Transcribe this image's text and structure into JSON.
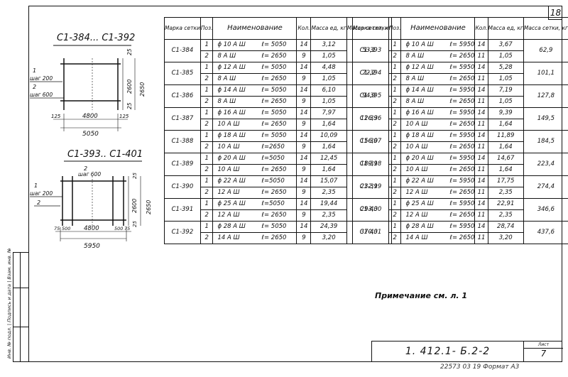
{
  "page_number": "18",
  "sidebar_text": "Инв. № подл. | Подпись и дата | Взам. инв. №",
  "drawing1": {
    "title": "С1-384... С1-392",
    "label_1": "1",
    "step_1": "шаг 200",
    "label_2": "2",
    "step_2": "шаг 600",
    "dim_left": "125",
    "dim_mid": "4800",
    "dim_right": "125",
    "dim_total": "5050",
    "dim_top": "25",
    "dim_height": "2600",
    "dim_bottom": "25",
    "dim_height_total": "2650"
  },
  "drawing2": {
    "title": "С1-393.. С1-401",
    "label_2": "2",
    "step_600": "шаг 600",
    "label_1": "1",
    "step_200": "шаг 200",
    "label_2b": "2",
    "dim_a": "75",
    "dim_b": "500",
    "dim_mid": "4800",
    "dim_c": "500",
    "dim_d": "75",
    "dim_total": "5950",
    "dim_top": "25",
    "dim_height": "2600",
    "dim_bottom": "25",
    "dim_height_total": "2650"
  },
  "table_left": {
    "headers": {
      "mark": "Марка сетки",
      "pos": "Поз.",
      "name": "Наименование",
      "qty": "Кол.",
      "mass_unit": "Масса ед, кг",
      "mass_total": "Масса сетки, кг"
    },
    "groups": [
      {
        "mark": "С1-384",
        "total": "53,1",
        "rows": [
          {
            "pos": "1",
            "name": "ϕ 10 А Ш",
            "len": "ℓ= 5050",
            "qty": "14",
            "mass": "3,12"
          },
          {
            "pos": "2",
            "name": "8 А Ш",
            "len": "ℓ= 2650",
            "qty": "9",
            "mass": "1,05"
          }
        ]
      },
      {
        "mark": "С1-385",
        "total": "72,2",
        "rows": [
          {
            "pos": "1",
            "name": "ϕ 12 А Ш",
            "len": "ℓ= 5050",
            "qty": "14",
            "mass": "4,48"
          },
          {
            "pos": "2",
            "name": "8 А Ш",
            "len": "ℓ= 2650",
            "qty": "9",
            "mass": "1,05"
          }
        ]
      },
      {
        "mark": "С1-386",
        "total": "94,9",
        "rows": [
          {
            "pos": "1",
            "name": "ϕ 14 А Ш",
            "len": "ℓ= 5050",
            "qty": "14",
            "mass": "6,10"
          },
          {
            "pos": "2",
            "name": "8 А Ш",
            "len": "ℓ= 2650",
            "qty": "9",
            "mass": "1,05"
          }
        ]
      },
      {
        "mark": "С1-387",
        "total": "126,3",
        "rows": [
          {
            "pos": "1",
            "name": "ϕ 16 А Ш",
            "len": "ℓ= 5050",
            "qty": "14",
            "mass": "7,97"
          },
          {
            "pos": "2",
            "name": "10 А Ш",
            "len": "ℓ= 2650",
            "qty": "9",
            "mass": "1,64"
          }
        ]
      },
      {
        "mark": "С1-388",
        "total": "156,0",
        "rows": [
          {
            "pos": "1",
            "name": "ϕ 18 А Ш",
            "len": "ℓ= 5050",
            "qty": "14",
            "mass": "10,09"
          },
          {
            "pos": "2",
            "name": "10 А Ш",
            "len": "ℓ=2650",
            "qty": "9",
            "mass": "1,64"
          }
        ]
      },
      {
        "mark": "С1-389",
        "total": "189,1",
        "rows": [
          {
            "pos": "1",
            "name": "ϕ 20 А Ш",
            "len": "ℓ=5050",
            "qty": "14",
            "mass": "12,45"
          },
          {
            "pos": "2",
            "name": "10 А Ш",
            "len": "ℓ= 2650",
            "qty": "9",
            "mass": "1,64"
          }
        ]
      },
      {
        "mark": "С1-390",
        "total": "232,1",
        "rows": [
          {
            "pos": "1",
            "name": "ϕ 22 А Ш",
            "len": "ℓ=5050",
            "qty": "14",
            "mass": "15,07"
          },
          {
            "pos": "2",
            "name": "12 А Ш",
            "len": "ℓ= 2650",
            "qty": "9",
            "mass": "2,35"
          }
        ]
      },
      {
        "mark": "С1-391",
        "total": "293,3",
        "rows": [
          {
            "pos": "1",
            "name": "ϕ 25 А Ш",
            "len": "ℓ=5050",
            "qty": "14",
            "mass": "19,44"
          },
          {
            "pos": "2",
            "name": "12 А Ш",
            "len": "ℓ= 2650",
            "qty": "9",
            "mass": "2,35"
          }
        ]
      },
      {
        "mark": "С1-392",
        "total": "370,3",
        "rows": [
          {
            "pos": "1",
            "name": "ϕ 28 А Ш",
            "len": "ℓ= 5050",
            "qty": "14",
            "mass": "24,39"
          },
          {
            "pos": "2",
            "name": "14 А Ш",
            "len": "ℓ= 2650",
            "qty": "9",
            "mass": "3,20"
          }
        ]
      }
    ]
  },
  "table_right": {
    "headers": {
      "mark": "Марка сетки",
      "pos": "Поз.",
      "name": "Наименование",
      "qty": "Кол.",
      "mass_unit": "Масса ед, кг",
      "mass_total": "Масса сетки, кг"
    },
    "groups": [
      {
        "mark": "С1-393",
        "total": "62,9",
        "rows": [
          {
            "pos": "1",
            "name": "ϕ 10 А Ш",
            "len": "ℓ= 5950",
            "qty": "14",
            "mass": "3,67"
          },
          {
            "pos": "2",
            "name": "8 А Ш",
            "len": "ℓ= 2650",
            "qty": "11",
            "mass": "1,05"
          }
        ]
      },
      {
        "mark": "С1-394",
        "total": "101,1",
        "rows": [
          {
            "pos": "1",
            "name": "ϕ 12 А Ш",
            "len": "ℓ= 5950",
            "qty": "14",
            "mass": "5,28"
          },
          {
            "pos": "2",
            "name": "8 А Ш",
            "len": "ℓ= 2650",
            "qty": "11",
            "mass": "1,05"
          }
        ]
      },
      {
        "mark": "С1-395",
        "total": "127,8",
        "rows": [
          {
            "pos": "1",
            "name": "ϕ 14 А Ш",
            "len": "ℓ= 5950",
            "qty": "14",
            "mass": "7,19"
          },
          {
            "pos": "2",
            "name": "8 А Ш",
            "len": "ℓ= 2650",
            "qty": "11",
            "mass": "1,05"
          }
        ]
      },
      {
        "mark": "С1-396",
        "total": "149,5",
        "rows": [
          {
            "pos": "1",
            "name": "ϕ 16 А Ш",
            "len": "ℓ= 5950",
            "qty": "14",
            "mass": "9,39"
          },
          {
            "pos": "2",
            "name": "10 А Ш",
            "len": "ℓ= 2650",
            "qty": "11",
            "mass": "1,64"
          }
        ]
      },
      {
        "mark": "С1-397",
        "total": "184,5",
        "rows": [
          {
            "pos": "1",
            "name": "ϕ 18 А Ш",
            "len": "ℓ= 5950",
            "qty": "14",
            "mass": "11,89"
          },
          {
            "pos": "2",
            "name": "10 А Ш",
            "len": "ℓ= 2650",
            "qty": "11",
            "mass": "1,64"
          }
        ]
      },
      {
        "mark": "С1-398",
        "total": "223,4",
        "rows": [
          {
            "pos": "1",
            "name": "ϕ 20 А Ш",
            "len": "ℓ= 5950",
            "qty": "14",
            "mass": "14,67"
          },
          {
            "pos": "2",
            "name": "10 А Ш",
            "len": "ℓ= 2650",
            "qty": "11",
            "mass": "1,64"
          }
        ]
      },
      {
        "mark": "С1-399",
        "total": "274,4",
        "rows": [
          {
            "pos": "1",
            "name": "ϕ 22 А Ш",
            "len": "ℓ= 5950",
            "qty": "14",
            "mass": "17,75"
          },
          {
            "pos": "2",
            "name": "12 А Ш",
            "len": "ℓ= 2650",
            "qty": "11",
            "mass": "2,35"
          }
        ]
      },
      {
        "mark": "С1-400",
        "total": "346,6",
        "rows": [
          {
            "pos": "1",
            "name": "ϕ 25 А Ш",
            "len": "ℓ= 5950",
            "qty": "14",
            "mass": "22,91"
          },
          {
            "pos": "2",
            "name": "12 А Ш",
            "len": "ℓ= 2650",
            "qty": "11",
            "mass": "2,35"
          }
        ]
      },
      {
        "mark": "С1-401",
        "total": "437,6",
        "rows": [
          {
            "pos": "1",
            "name": "ϕ 28 А Ш",
            "len": "ℓ= 5950",
            "qty": "14",
            "mass": "28,74"
          },
          {
            "pos": "2",
            "name": "14 А Ш",
            "len": "ℓ= 2650",
            "qty": "11",
            "mass": "3,20"
          }
        ]
      }
    ]
  },
  "note": "Примечание см. л. 1",
  "stamp": {
    "code": "1. 412.1- Б.2-2",
    "sheet_label": "Лист",
    "sheet_num": "7"
  },
  "footer": "22573 03 19  Формат А3"
}
